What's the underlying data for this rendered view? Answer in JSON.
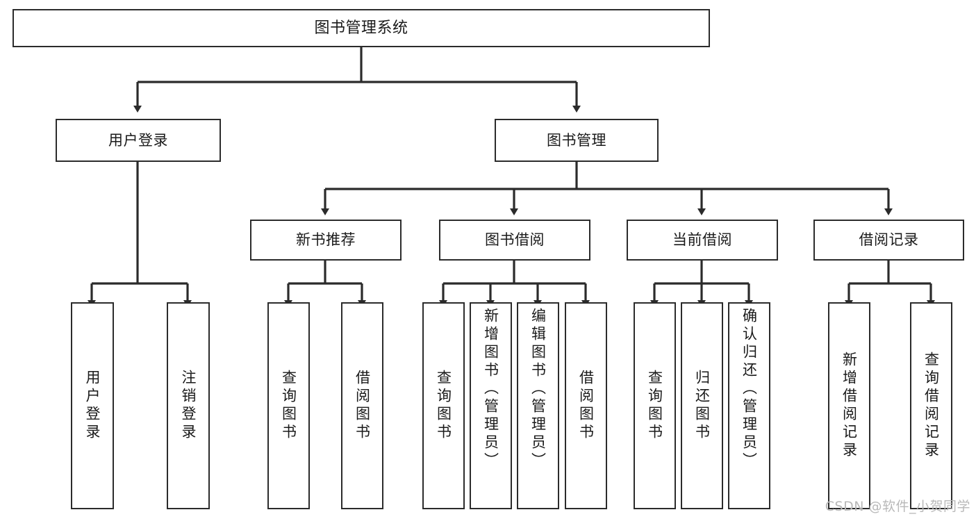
{
  "diagram": {
    "type": "tree-hierarchy",
    "title": "图书管理系统",
    "orientation": "top-down",
    "colors": {
      "node_border": "#2b2b2b",
      "node_fill": "#ffffff",
      "connector": "#2b2b2b",
      "text": "#1a1a1a",
      "watermark": "#b9b9b9",
      "background": "#ffffff"
    },
    "watermark": "CSDN @软件_小贺同学",
    "levels": [
      {
        "level": 0,
        "nodes": [
          {
            "id": "root",
            "label": "图书管理系统",
            "orientation": "horizontal"
          }
        ]
      },
      {
        "level": 1,
        "nodes": [
          {
            "id": "user-login",
            "label": "用户登录",
            "orientation": "horizontal",
            "parent": "root"
          },
          {
            "id": "book-manage",
            "label": "图书管理",
            "orientation": "horizontal",
            "parent": "root"
          }
        ]
      },
      {
        "level": 2,
        "nodes": [
          {
            "id": "new-book-recommend",
            "label": "新书推荐",
            "orientation": "horizontal",
            "parent": "book-manage"
          },
          {
            "id": "book-borrow",
            "label": "图书借阅",
            "orientation": "horizontal",
            "parent": "book-manage"
          },
          {
            "id": "current-borrow",
            "label": "当前借阅",
            "orientation": "horizontal",
            "parent": "book-manage"
          },
          {
            "id": "borrow-record",
            "label": "借阅记录",
            "orientation": "horizontal",
            "parent": "book-manage"
          }
        ]
      },
      {
        "level": 3,
        "nodes": [
          {
            "id": "leaf-user-login",
            "label": "用户登录",
            "orientation": "vertical",
            "parent": "user-login"
          },
          {
            "id": "leaf-logout-login",
            "label": "注销登录",
            "orientation": "vertical",
            "parent": "user-login"
          },
          {
            "id": "leaf-query-book-1",
            "label": "查询图书",
            "orientation": "vertical",
            "parent": "new-book-recommend"
          },
          {
            "id": "leaf-borrow-book-1",
            "label": "借阅图书",
            "orientation": "vertical",
            "parent": "new-book-recommend"
          },
          {
            "id": "leaf-query-book-2",
            "label": "查询图书",
            "orientation": "vertical",
            "parent": "book-borrow"
          },
          {
            "id": "leaf-add-book",
            "label": "新增图书（管理员）",
            "orientation": "vertical",
            "parent": "book-borrow"
          },
          {
            "id": "leaf-edit-book",
            "label": "编辑图书（管理员）",
            "orientation": "vertical",
            "parent": "book-borrow"
          },
          {
            "id": "leaf-borrow-book-2",
            "label": "借阅图书",
            "orientation": "vertical",
            "parent": "book-borrow"
          },
          {
            "id": "leaf-query-book-3",
            "label": "查询图书",
            "orientation": "vertical",
            "parent": "current-borrow"
          },
          {
            "id": "leaf-return-book",
            "label": "归还图书",
            "orientation": "vertical",
            "parent": "current-borrow"
          },
          {
            "id": "leaf-confirm-return",
            "label": "确认归还（管理员）",
            "orientation": "vertical",
            "parent": "current-borrow"
          },
          {
            "id": "leaf-add-record",
            "label": "新增借阅记录",
            "orientation": "vertical",
            "parent": "borrow-record"
          },
          {
            "id": "leaf-query-record",
            "label": "查询借阅记录",
            "orientation": "vertical",
            "parent": "borrow-record"
          }
        ]
      }
    ]
  }
}
